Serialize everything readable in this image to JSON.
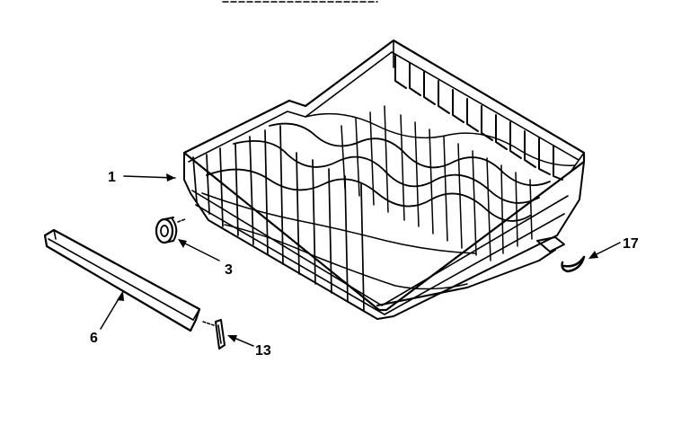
{
  "diagram": {
    "header_text": "",
    "callouts": [
      {
        "id": "rack",
        "label": "1"
      },
      {
        "id": "roller",
        "label": "3"
      },
      {
        "id": "rail",
        "label": "6"
      },
      {
        "id": "stop",
        "label": "13"
      },
      {
        "id": "hook",
        "label": "17"
      }
    ]
  },
  "colors": {
    "line": "#000000",
    "background": "#ffffff"
  }
}
